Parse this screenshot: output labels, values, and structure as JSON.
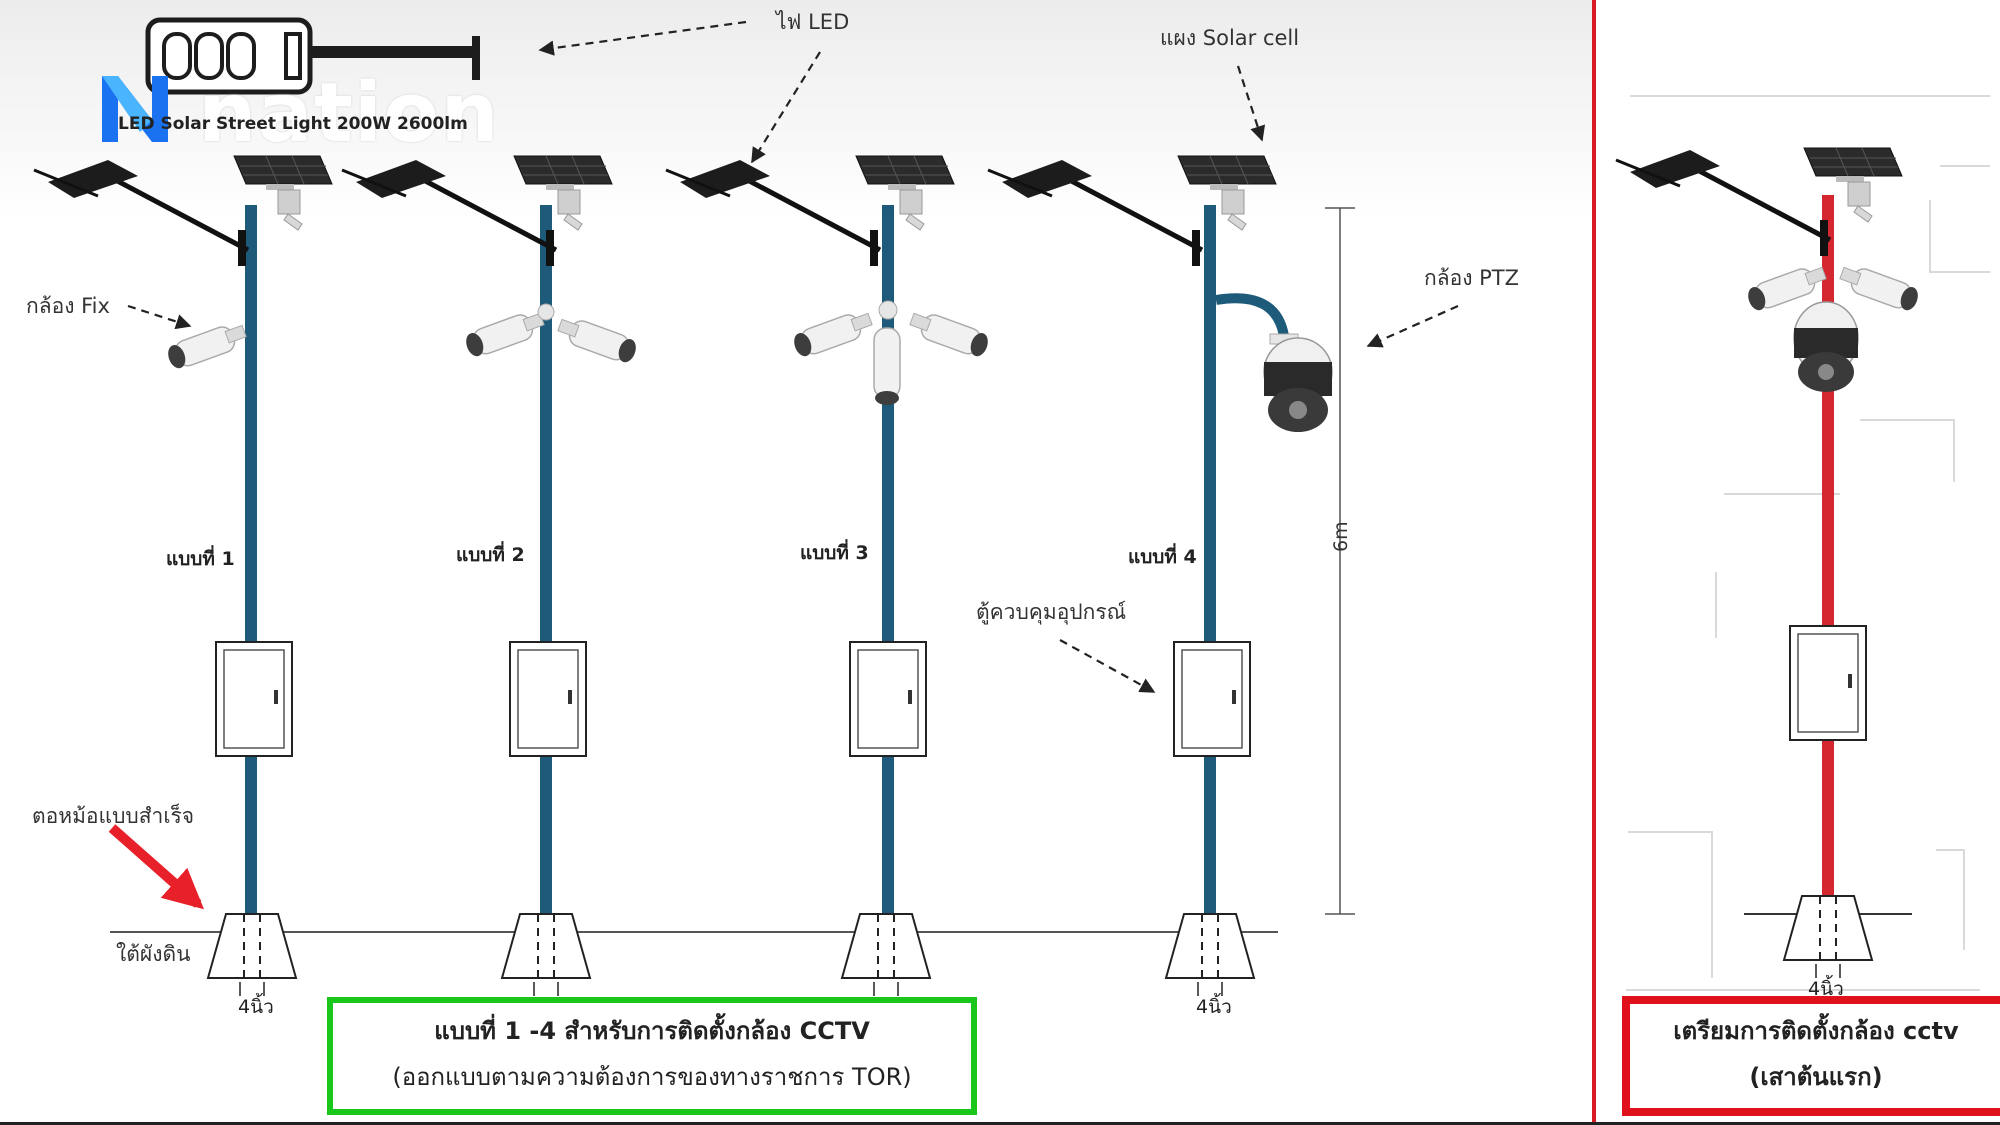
{
  "labels": {
    "led": "ไฟ LED",
    "solar": "แผง Solar cell",
    "led_spec": "LED Solar Street Light 200W 2600lm",
    "fix_camera": "กล้อง Fix",
    "ptz_camera": "กล้อง PTZ",
    "control_box": "ตู้ควบคุมอุปกรณ์",
    "footing": "ตอหม้อแบบสำเร็จ",
    "underground": "ใต้ผังดิน",
    "height": "6m",
    "footing_dim": "4นิ้ว"
  },
  "types": [
    "แบบที่ 1",
    "แบบที่ 2",
    "แบบที่ 3",
    "แบบที่ 4"
  ],
  "logo": {
    "text": "nation"
  },
  "captions": {
    "green_line1": "แบบที่ 1 -4 สำหรับการติดตั้งกล้อง CCTV",
    "green_line2": "(ออกแบบตามความต้องการของทางราชการ TOR)",
    "red_line1": "เตรียมการติดตั้งกล้อง cctv",
    "red_line2": "(เสาต้นแรก)"
  },
  "colors": {
    "pole_blue": "#1e5b7b",
    "pole_red": "#d4272f",
    "green_border": "#19c61c",
    "red_border": "#e0101d",
    "logo_blue": "#1a72f0",
    "arrow_red": "#e8202a"
  }
}
